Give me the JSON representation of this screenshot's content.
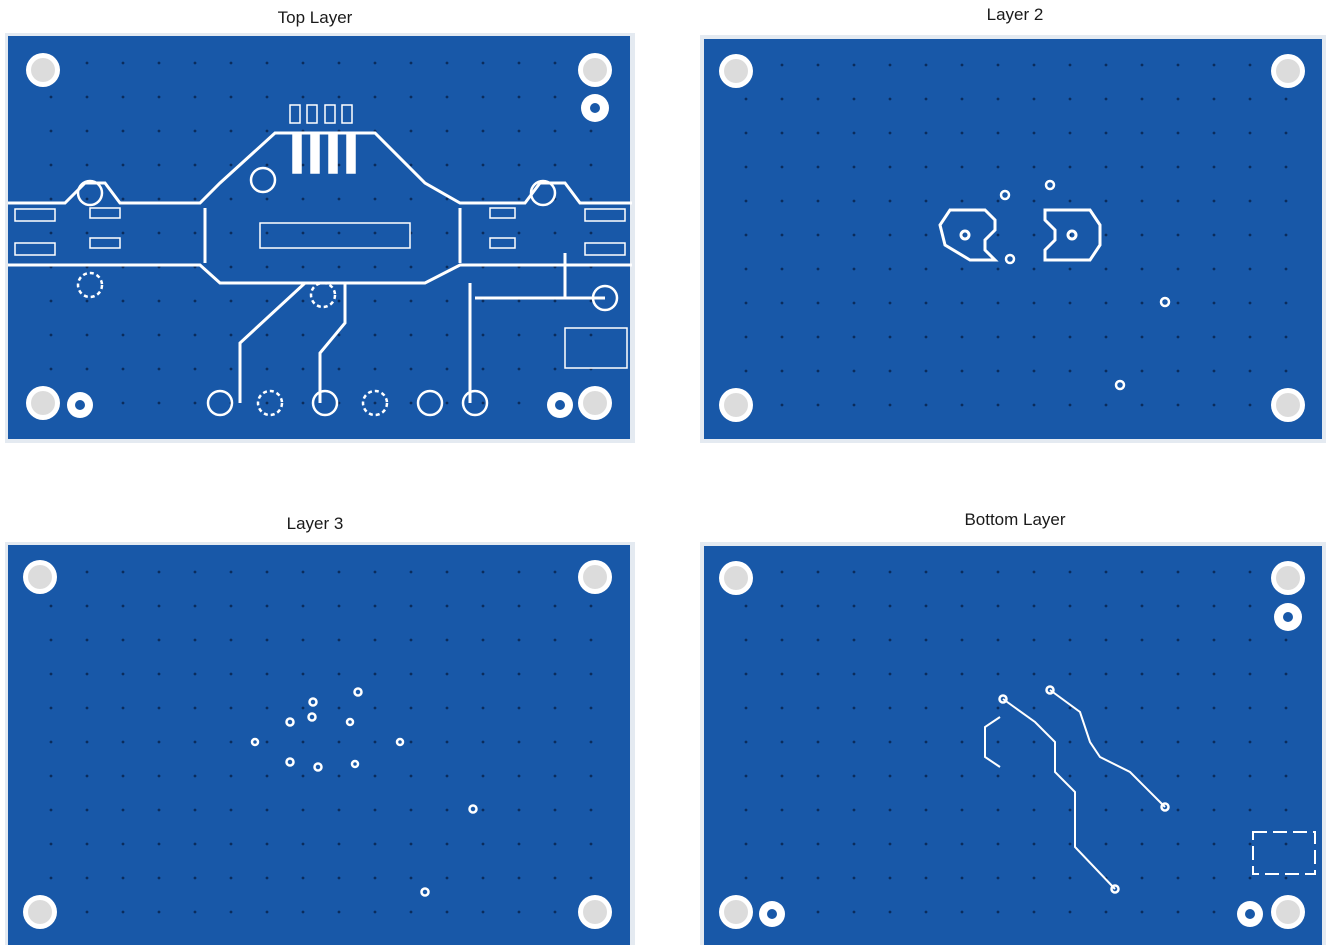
{
  "panels": [
    {
      "title": "Top Layer"
    },
    {
      "title": "Layer 2"
    },
    {
      "title": "Layer 3"
    },
    {
      "title": "Bottom Layer"
    }
  ],
  "colors": {
    "copper": "#1858a8",
    "edge": "#dfe6ee",
    "via_fill": "#1858a8",
    "clearance": "#ffffff",
    "drill": "#ffffff"
  }
}
